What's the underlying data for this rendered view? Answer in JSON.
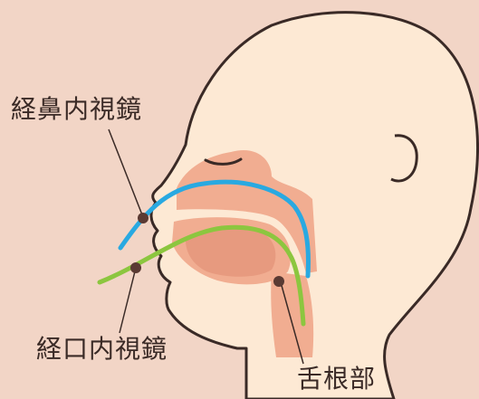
{
  "labels": {
    "transnasal": "経鼻内視鏡",
    "transoral": "経口内視鏡",
    "tongue_root": "舌根部"
  },
  "colors": {
    "background": "#f2d5c6",
    "skin": "#fde9d4",
    "outline": "#3a2a26",
    "cavity": "#f1ad91",
    "tongue": "#e79a7f",
    "nasal_scope": "#29a9e1",
    "oral_scope": "#8cc63f",
    "marker": "#5a3a33"
  }
}
